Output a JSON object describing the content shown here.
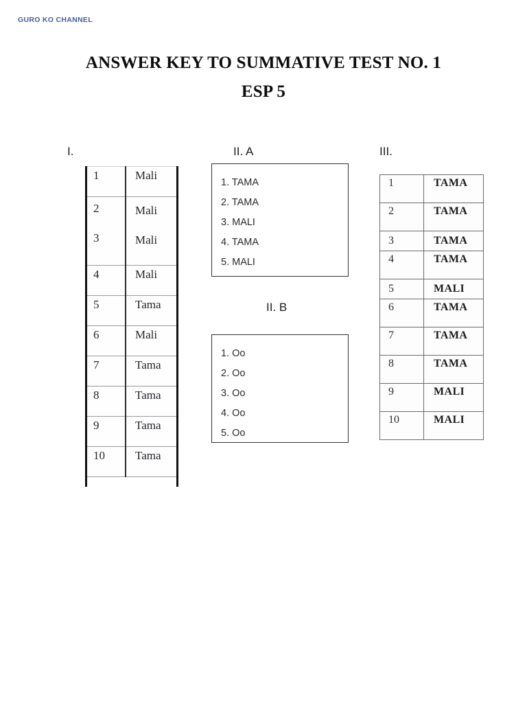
{
  "brand": {
    "label": "GURO KO CHANNEL",
    "color": "#44618d"
  },
  "title": {
    "line1": "ANSWER KEY TO SUMMATIVE TEST NO. 1",
    "line2": "ESP 5"
  },
  "sections": {
    "one": {
      "label": "I.",
      "rows": [
        {
          "num": "1",
          "answer": "Mali"
        },
        {
          "num": "2",
          "answer": "Mali"
        },
        {
          "num": "3",
          "answer": "Mali"
        },
        {
          "num": "4",
          "answer": "Mali"
        },
        {
          "num": "5",
          "answer": "Tama"
        },
        {
          "num": "6",
          "answer": "Mali"
        },
        {
          "num": "7",
          "answer": "Tama"
        },
        {
          "num": "8",
          "answer": "Tama"
        },
        {
          "num": "9",
          "answer": "Tama"
        },
        {
          "num": "10",
          "answer": "Tama"
        }
      ]
    },
    "two_a": {
      "label": "II. A",
      "items": [
        "1. TAMA",
        "2. TAMA",
        "3. MALI",
        "4. TAMA",
        "5. MALI"
      ]
    },
    "two_b": {
      "label": "II. B",
      "items": [
        "1. Oo",
        "2. Oo",
        "3. Oo",
        "4. Oo",
        "5. Oo"
      ]
    },
    "three": {
      "label": "III.",
      "rows": [
        {
          "num": "1",
          "answer": "TAMA"
        },
        {
          "num": "2",
          "answer": "TAMA"
        },
        {
          "num": "3",
          "answer": "TAMA"
        },
        {
          "num": "4",
          "answer": "TAMA"
        },
        {
          "num": "5",
          "answer": "MALI"
        },
        {
          "num": "6",
          "answer": "TAMA"
        },
        {
          "num": "7",
          "answer": "TAMA"
        },
        {
          "num": "8",
          "answer": "TAMA"
        },
        {
          "num": "9",
          "answer": "MALI"
        },
        {
          "num": "10",
          "answer": "MALI"
        }
      ]
    }
  }
}
